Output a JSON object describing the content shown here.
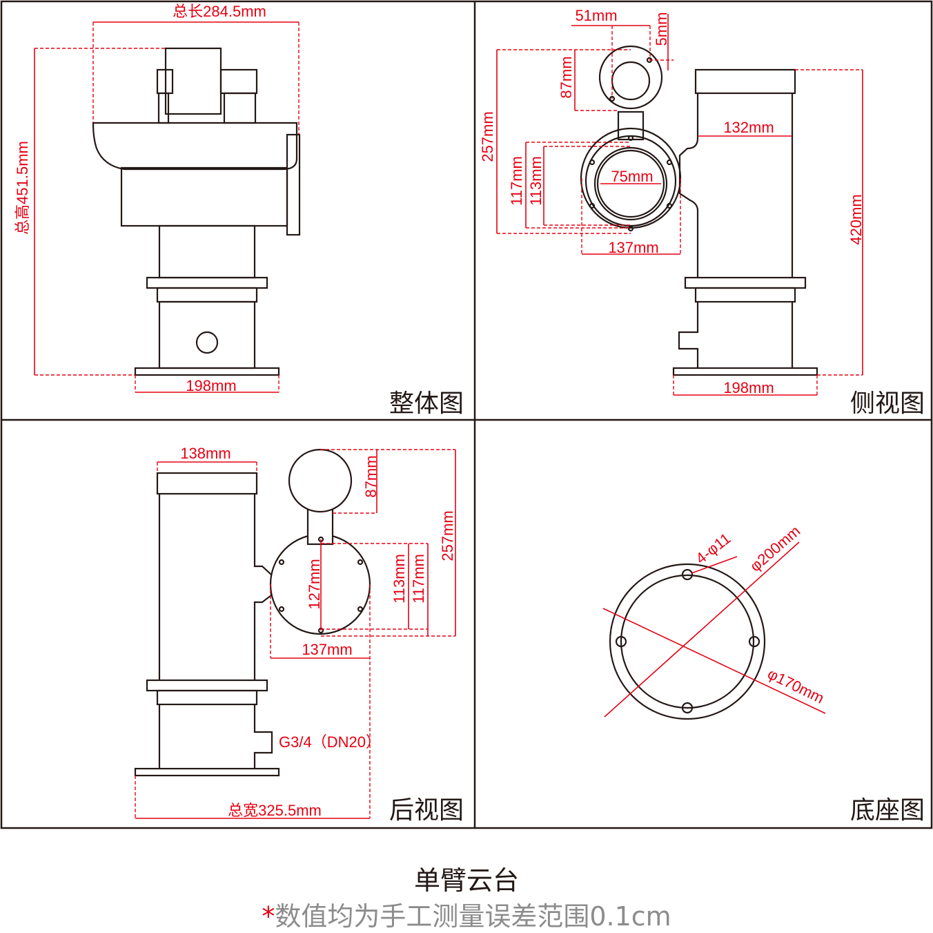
{
  "panels": {
    "overall": {
      "title": "整体图",
      "dims": {
        "total_length": "总长284.5mm",
        "total_height": "总高451.5mm",
        "base_width": "198mm"
      }
    },
    "side": {
      "title": "侧视图",
      "dims": {
        "w51": "51mm",
        "h5": "5mm",
        "h87": "87mm",
        "h257": "257mm",
        "w132": "132mm",
        "d75": "75mm",
        "h117": "117mm",
        "h113": "113mm",
        "w137": "137mm",
        "h420": "420mm",
        "base_width": "198mm"
      }
    },
    "rear": {
      "title": "后视图",
      "dims": {
        "w138": "138mm",
        "h87": "87mm",
        "h257": "257mm",
        "h127": "127mm",
        "h113": "113mm",
        "h117": "117mm",
        "w137": "137mm",
        "thread": "G3/4（DN20）",
        "total_width": "总宽325.5mm"
      }
    },
    "base": {
      "title": "底座图",
      "dims": {
        "holes": "4-φ11",
        "d200": "φ200mm",
        "d170": "φ170mm"
      }
    }
  },
  "caption": {
    "title": "单臂云台",
    "note_star": "*",
    "note": "数值均为手工测量误差范围0.1cm"
  },
  "colors": {
    "dimension": "#e50012",
    "outline": "#231815",
    "note": "#8c8c8c"
  }
}
